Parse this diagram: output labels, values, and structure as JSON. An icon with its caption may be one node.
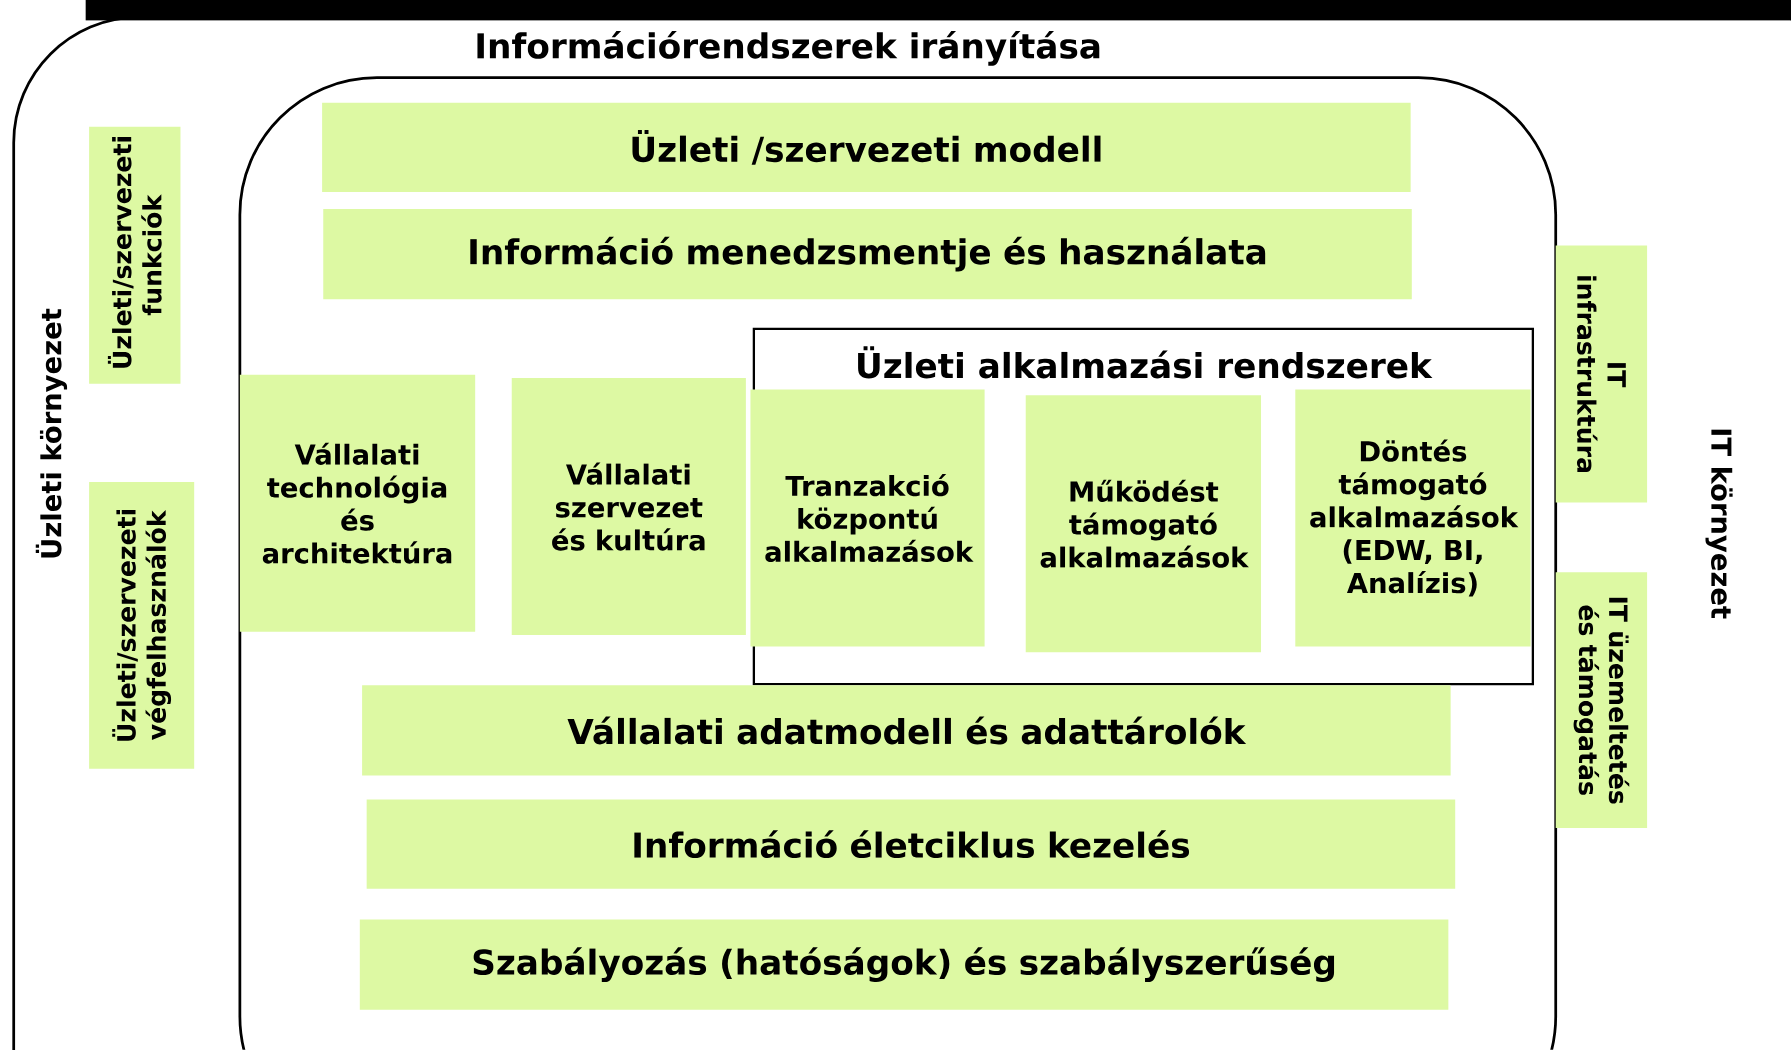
{
  "diagram": {
    "nodes": [
      {
        "text": [
          "Információrendszerek irányítása"
        ]
      },
      {
        "text": [],
        "shape": "box",
        "in": 0
      },
      {
        "text": [
          "Üzleti /szervezeti modell"
        ],
        "in": 1
      },
      {
        "text": [
          "Információ menedzsmentje és használata"
        ],
        "in": 1
      },
      {
        "text": [
          "Vállalati technológia és architektúra"
        ],
        "in": 1
      },
      {
        "text": [
          "Vállalati szervezet és kultúra"
        ],
        "in": 1
      },
      {
        "text": [
          "Üzleti alkalmazási rendszerek"
        ],
        "in": 1
      },
      {
        "text": [
          "Tranzakció központú alkalmazások"
        ],
        "in": 6
      },
      {
        "text": [
          "Működést támogató alkalmazások"
        ],
        "in": 6
      },
      {
        "text": [
          "Döntés támogató alkalmazások (EDW, BI, Analízis)"
        ],
        "in": 6
      },
      {
        "text": [
          "Vállalati adatmodell és adattárolók"
        ],
        "in": 1
      },
      {
        "text": [
          "Információ életciklus kezelés"
        ],
        "in": 1
      },
      {
        "text": [
          "Szabályozás (hatóságok) és szabályszerűség"
        ],
        "in": 1
      },
      {
        "text": [
          "Üzleti/szervezeti funkciók"
        ],
        "in": 0
      },
      {
        "text": [
          "Üzleti/szervezeti végfelhasználók"
        ],
        "in": 0
      },
      {
        "text": [
          "IT infrastruktúra"
        ],
        "in": 0
      },
      {
        "text": [
          "IT üzemeltetés és támogatás"
        ],
        "in": 0
      }
    ],
    "labels": [
      "Üzleti környezet",
      "IT környezet"
    ]
  }
}
